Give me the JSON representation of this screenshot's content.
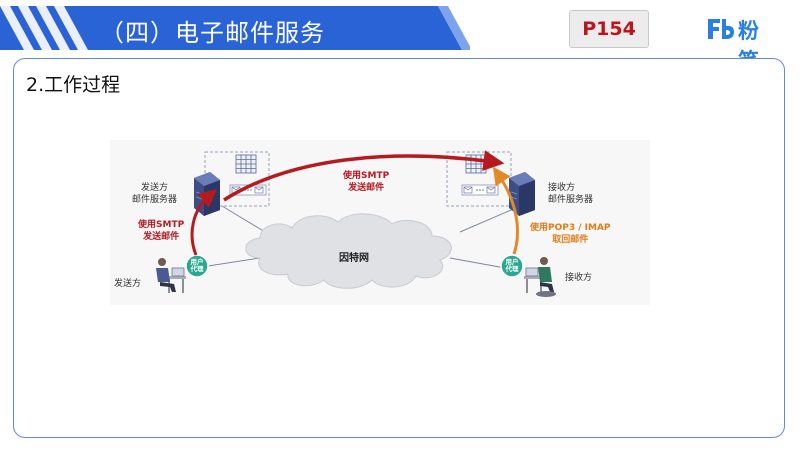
{
  "header": {
    "title": "（四）电子邮件服务",
    "page_tag": "P154",
    "logo_text": "粉笔",
    "logo_mark": "Fb"
  },
  "content": {
    "section_title": "2.工作过程"
  },
  "diagram": {
    "sender_server_label_line1": "发送方",
    "sender_server_label_line2": "邮件服务器",
    "receiver_server_label_line1": "接收方",
    "receiver_server_label_line2": "邮件服务器",
    "sender_label": "发送方",
    "receiver_label": "接收方",
    "internet_label": "因特网",
    "smtp_send_line1": "使用SMTP",
    "smtp_send_line2": "发送邮件",
    "smtp_relay_line1": "使用SMTP",
    "smtp_relay_line2": "发送邮件",
    "pop_line1": "使用POP3 / IMAP",
    "pop_line2": "取回邮件",
    "user_agent_line1": "用户",
    "user_agent_line2": "代理",
    "colors": {
      "smtp_arrow": "#b51a21",
      "pop_arrow": "#e08a2a",
      "cloud": "#dfe1e4",
      "server": "#3d4e86",
      "user_agent": "#2aa88f",
      "header_blue": "#2a63d6"
    }
  }
}
